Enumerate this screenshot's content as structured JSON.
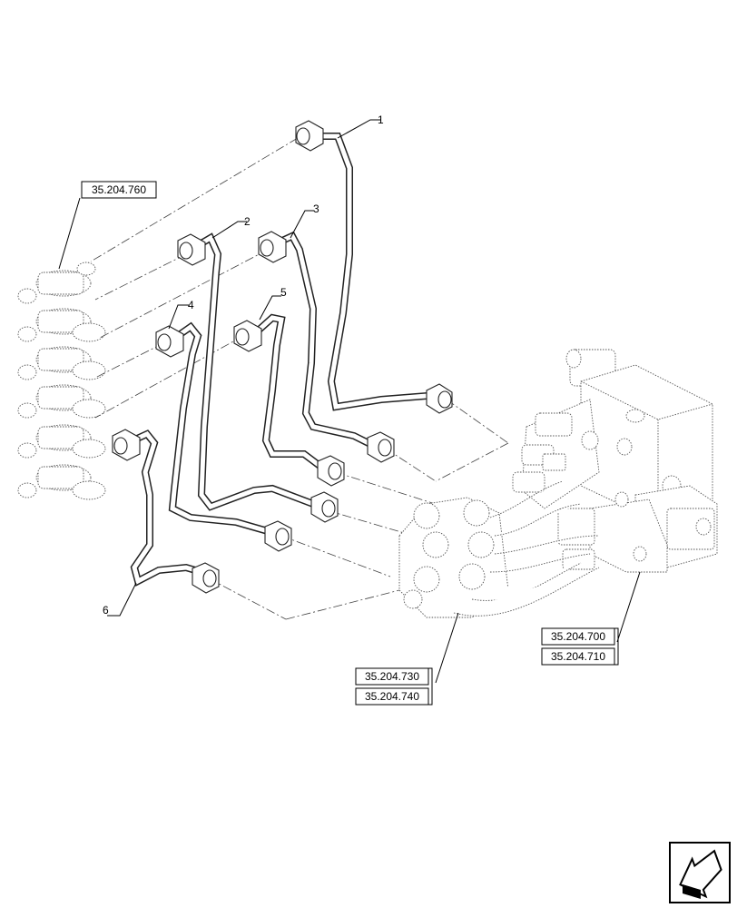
{
  "callouts": {
    "c1": "1",
    "c2": "2",
    "c3": "3",
    "c4": "4",
    "c5": "5",
    "c6": "6"
  },
  "references": {
    "couplers": "35.204.760",
    "valve_upper": "35.204.700",
    "valve_lower": "35.204.710",
    "manifold_upper": "35.204.730",
    "manifold_lower": "35.204.740"
  },
  "icons": {
    "navigation": "back-arrow-icon"
  }
}
